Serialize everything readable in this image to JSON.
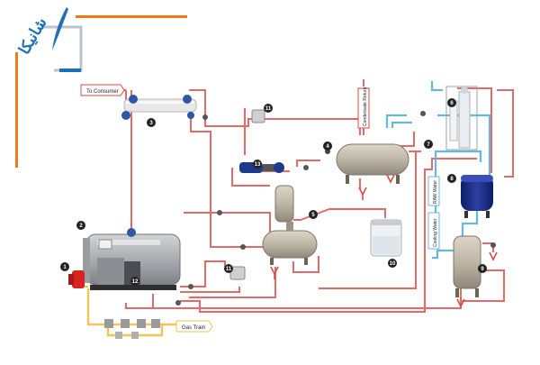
{
  "logo": {
    "text": "شانیکا"
  },
  "labels": {
    "to_consumer": "To Consumer",
    "condensate_return": "Condensate Return",
    "raw_water": "RAW Water",
    "cooling_water": "Cooling Water",
    "gas_train": "Gas Train"
  },
  "callouts": [
    "1",
    "2",
    "3",
    "4",
    "5",
    "6",
    "7",
    "8",
    "9",
    "10",
    "11",
    "12",
    "13"
  ],
  "colors": {
    "logo_blue": "#1f6fb5",
    "logo_orange": "#f07a1a",
    "steam_line": "#e46a6a",
    "water_line": "#66b7e0",
    "gas_line": "#f0c656",
    "callout_fill": "#222222"
  }
}
